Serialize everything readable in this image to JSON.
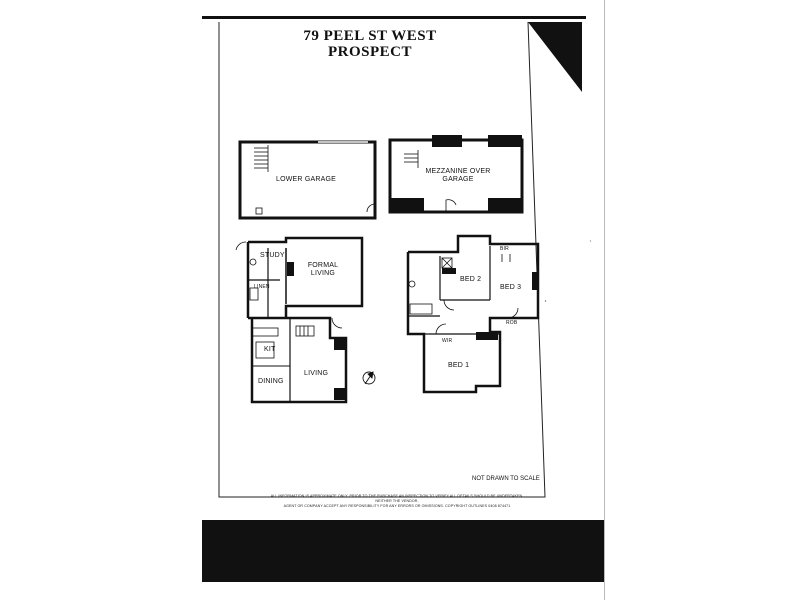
{
  "title_line1": "79 PEEL ST WEST",
  "title_line2": "PROSPECT",
  "rooms": {
    "lower_garage": "LOWER GARAGE",
    "mezzanine_line1": "MEZZANINE OVER",
    "mezzanine_line2": "GARAGE",
    "study": "STUDY",
    "formal_living_line1": "FORMAL",
    "formal_living_line2": "LIVING",
    "linen": "LINEN",
    "kit": "KIT",
    "dining": "DINING",
    "living": "LIVING",
    "bed2": "BED 2",
    "bed3": "BED 3",
    "bed1": "BED 1",
    "bir": "BIR",
    "wir": "WIR",
    "rob": "ROB"
  },
  "scale_note": "NOT DRAWN TO SCALE",
  "disclaimer_line1": "ALL INFORMATION IS APPROXIMATE ONLY. PRIOR TO THE PURCHASE AN INSPECTION TO VERIFY ALL DETAILS SHOULD BE UNDERTAKEN. NEITHER THE VENDOR,",
  "disclaimer_line2": "AGENT OR COMPANY ACCEPT ANY RESPONSIBILITY FOR ANY ERRORS OR OMISSIONS. COPYRIGHT OUTLINES 0408 874471",
  "colors": {
    "ink": "#111111",
    "paper": "#ffffff",
    "band": "#111111"
  }
}
